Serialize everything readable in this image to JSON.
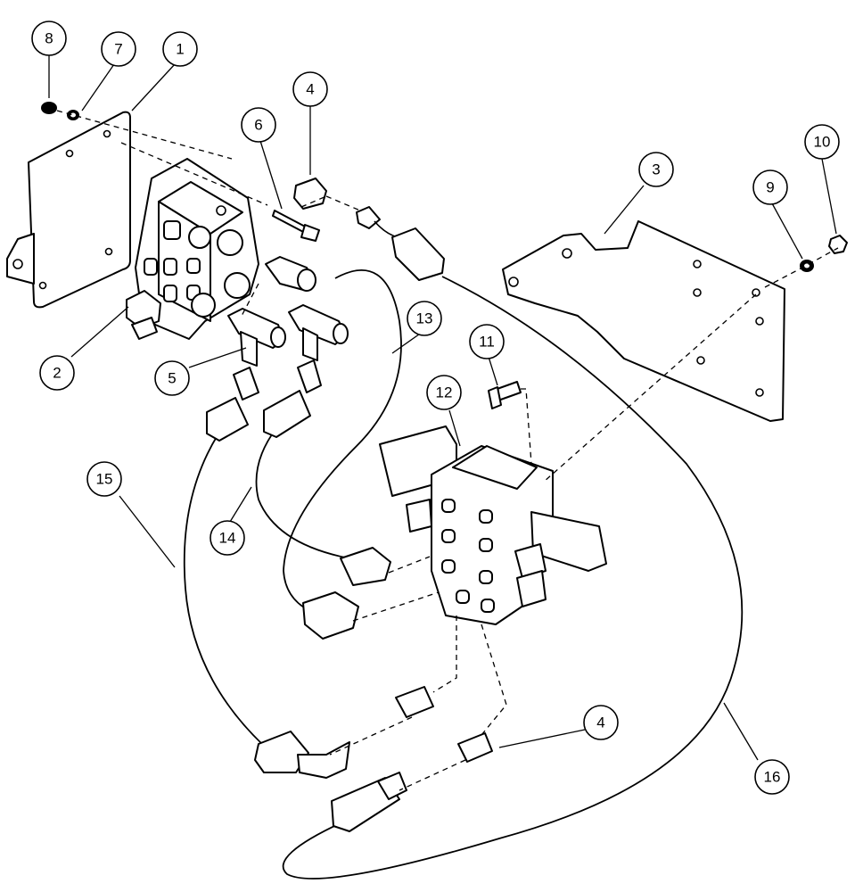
{
  "diagram": {
    "style": "exploded parts diagram, black line art on white",
    "callouts": [
      {
        "id": "c8",
        "label": "8"
      },
      {
        "id": "c7",
        "label": "7"
      },
      {
        "id": "c1",
        "label": "1"
      },
      {
        "id": "c4a",
        "label": "4"
      },
      {
        "id": "c6",
        "label": "6"
      },
      {
        "id": "c3",
        "label": "3"
      },
      {
        "id": "c9",
        "label": "9"
      },
      {
        "id": "c10",
        "label": "10"
      },
      {
        "id": "c2",
        "label": "2"
      },
      {
        "id": "c5",
        "label": "5"
      },
      {
        "id": "c13",
        "label": "13"
      },
      {
        "id": "c11",
        "label": "11"
      },
      {
        "id": "c12",
        "label": "12"
      },
      {
        "id": "c15",
        "label": "15"
      },
      {
        "id": "c14",
        "label": "14"
      },
      {
        "id": "c4b",
        "label": "4"
      },
      {
        "id": "c16",
        "label": "16"
      }
    ]
  }
}
